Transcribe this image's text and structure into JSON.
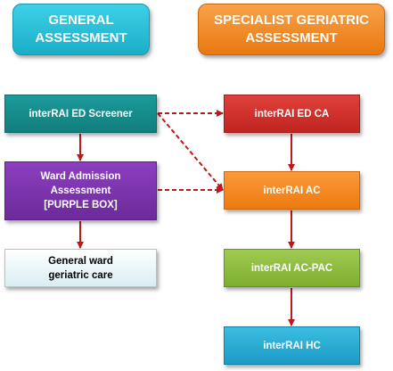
{
  "headers": {
    "general": [
      "GENERAL",
      "ASSESSMENT"
    ],
    "specialist": [
      "SPECIALIST GERIATRIC",
      "ASSESSMENT"
    ]
  },
  "boxes": {
    "ed_screener": [
      "interRAI ED Screener"
    ],
    "ward_admission": [
      "Ward Admission",
      "Assessment",
      "[PURPLE BOX]"
    ],
    "general_ward": [
      "General ward",
      "geriatric care"
    ],
    "ed_ca": [
      "interRAI ED CA"
    ],
    "ac": [
      "interRAI AC"
    ],
    "ac_pac": [
      "interRAI AC-PAC"
    ],
    "hc": [
      "interRAI HC"
    ]
  },
  "colors": {
    "general_header": "#1aaec8",
    "specialist_header": "#e9780f",
    "ed_screener": "#117e7e",
    "ward_admission": "#6c2a9a",
    "general_ward": "#d9eef2",
    "ed_ca": "#c02520",
    "ac": "#ec7a0e",
    "ac_pac": "#7eae2f",
    "hc": "#1b9bc7",
    "arrow": "#c0171c"
  }
}
